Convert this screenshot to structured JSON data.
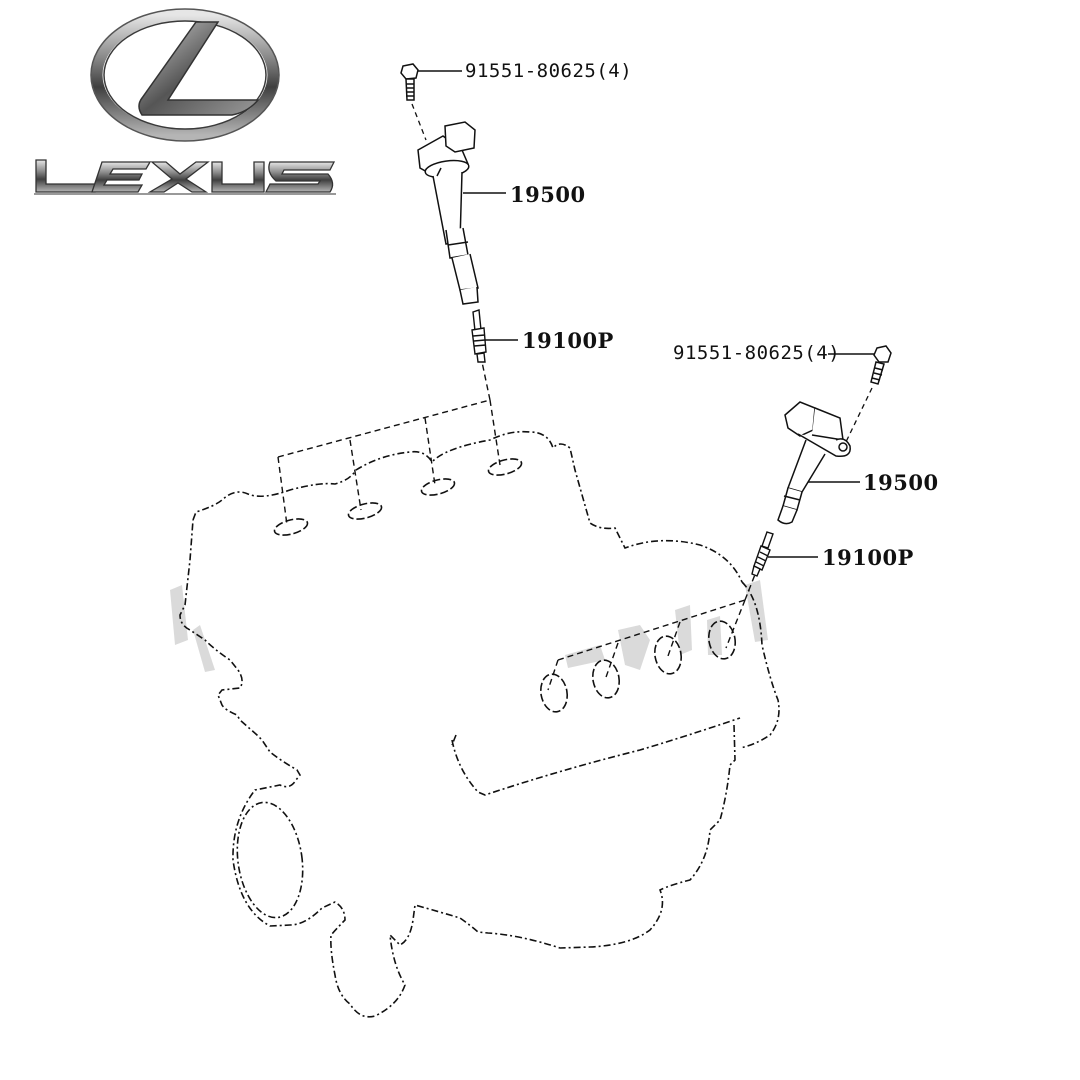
{
  "brand": {
    "name": "LEXUS",
    "logo_icon": "lexus-emblem-icon"
  },
  "diagram": {
    "title": "Ignition coil and spark plug",
    "parts": [
      {
        "id": "bolt-upper",
        "code": "91551-80625(4)",
        "icon": "bolt-icon"
      },
      {
        "id": "coil-upper",
        "code": "19500",
        "icon": "ignition-coil-icon"
      },
      {
        "id": "plug-upper",
        "code": "19100P",
        "icon": "spark-plug-icon"
      },
      {
        "id": "bolt-lower",
        "code": "91551-80625(4)",
        "icon": "bolt-icon"
      },
      {
        "id": "coil-lower",
        "code": "19500",
        "icon": "ignition-coil-icon"
      },
      {
        "id": "plug-lower",
        "code": "19100P",
        "icon": "spark-plug-icon"
      }
    ],
    "engine_icon": "engine-block-outline-icon",
    "colors": {
      "line": "#111111",
      "watermark": "#d9d9d9",
      "logo_dark": "#4a4a4a",
      "logo_light": "#bdbdbd"
    }
  }
}
